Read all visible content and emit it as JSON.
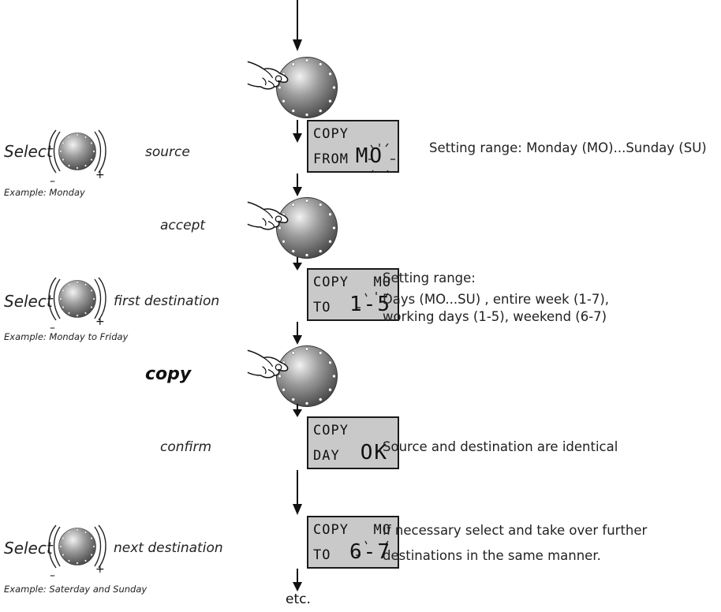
{
  "steps": {
    "source": {
      "select": "Select",
      "label": "source",
      "example": "Example:  Monday",
      "lcd_top": "COPY",
      "lcd_bottom": "FROM",
      "lcd_value": "MO",
      "info": "Setting range:   Monday (MO)...Sunday (SU)"
    },
    "accept": {
      "label": "accept"
    },
    "first_destination": {
      "select": "Select",
      "label": "first destination",
      "example": "Example: Monday to Friday",
      "lcd_top": "COPY",
      "lcd_top_right": "MO",
      "lcd_bottom": "TO",
      "lcd_value": "1-5",
      "info_line1": "Setting range:",
      "info_line2": "Days  (MO...SU) , entire week (1-7),",
      "info_line3": "working days (1-5),  weekend  (6-7)"
    },
    "copy": {
      "label": "copy"
    },
    "confirm": {
      "label": "confirm",
      "lcd_top": "COPY",
      "lcd_bottom": "DAY",
      "lcd_value": "OK",
      "info": "Source and destination are identical"
    },
    "next_destination": {
      "select": "Select",
      "label": "next destination",
      "example": "Example: Saterday and Sunday",
      "lcd_top": "COPY",
      "lcd_top_right": "MO",
      "lcd_bottom": "TO",
      "lcd_value": "6-7",
      "info_line1": "If necessary select and take over further",
      "info_line2": "destinations in the same manner."
    },
    "etc": "etc."
  },
  "knob_signs": {
    "minus": "–",
    "plus": "+"
  },
  "icons": {
    "push_knob": "hand-pressing-knob-icon",
    "rotary_knob": "rotary-knob-icon",
    "flow_arrow": "down-arrow-icon",
    "blink_marks": "blinking-indicator-icon"
  },
  "colors": {
    "lcd_background": "#c9c9c9",
    "knob_body": "#8a8a8a",
    "text": "#222222"
  }
}
